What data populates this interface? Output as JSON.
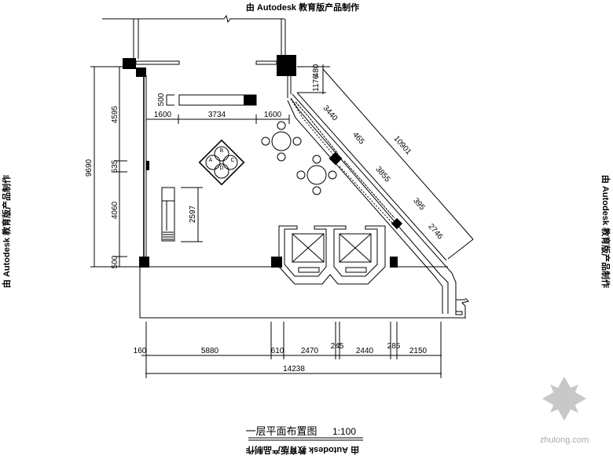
{
  "watermark": "由 Autodesk 教育版产品制作",
  "title": "一层平面布置图",
  "scale": "1:100",
  "site_logo": "zhulong.com",
  "dimensions": {
    "left_total": "9690",
    "left_segments": [
      "4595",
      "535",
      "4060",
      "500"
    ],
    "counter_height": "500",
    "counter_row": [
      "1600",
      "3734",
      "1600"
    ],
    "sofa_length": "2597",
    "diagonal_top": [
      "480",
      "1176"
    ],
    "diagonal_segments": [
      "3440",
      "465",
      "3855",
      "395",
      "2746"
    ],
    "diagonal_total": "10901",
    "bottom_segments": [
      "160",
      "5880",
      "610",
      "2470",
      "245",
      "2440",
      "285",
      "2150"
    ],
    "bottom_total": "14238"
  },
  "table_labels": [
    "A",
    "B",
    "C",
    "D"
  ]
}
